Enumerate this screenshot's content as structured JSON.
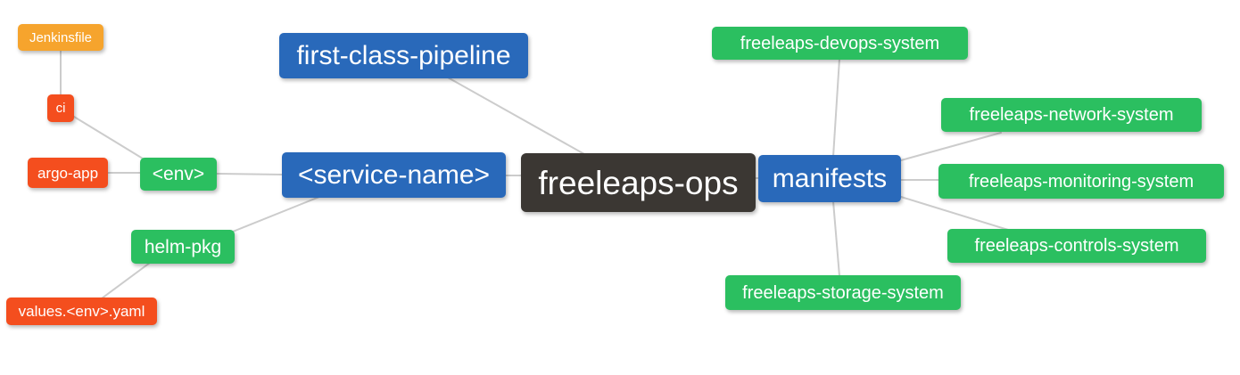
{
  "palette": {
    "background": "#ffffff",
    "root_bg": "#3b3733",
    "primary_bg": "#2969ba",
    "green_bg": "#2bbf60",
    "red_bg": "#f44e1e",
    "orange_bg": "#f6a42d",
    "edge": "#cccccc",
    "text": "#ffffff"
  },
  "mindmap": {
    "root": {
      "label": "freeleaps-ops"
    },
    "nodes": {
      "jenkinsfile": {
        "label": "Jenkinsfile",
        "color": "orange"
      },
      "ci": {
        "label": "ci",
        "color": "red"
      },
      "argo_app": {
        "label": "argo-app",
        "color": "red"
      },
      "env": {
        "label": "<env>",
        "color": "green"
      },
      "helm_pkg": {
        "label": "helm-pkg",
        "color": "green"
      },
      "values_yaml": {
        "label": "values.<env>.yaml",
        "color": "red"
      },
      "pipeline": {
        "label": "first-class-pipeline",
        "color": "blue"
      },
      "service_name": {
        "label": "<service-name>",
        "color": "blue"
      },
      "manifests": {
        "label": "manifests",
        "color": "blue"
      },
      "devops": {
        "label": "freeleaps-devops-system",
        "color": "green"
      },
      "network": {
        "label": "freeleaps-network-system",
        "color": "green"
      },
      "monitoring": {
        "label": "freeleaps-monitoring-system",
        "color": "green"
      },
      "controls": {
        "label": "freeleaps-controls-system",
        "color": "green"
      },
      "storage": {
        "label": "freeleaps-storage-system",
        "color": "green"
      }
    },
    "edges": [
      [
        "jenkinsfile",
        "ci"
      ],
      [
        "ci",
        "env"
      ],
      [
        "argo_app",
        "env"
      ],
      [
        "env",
        "service_name"
      ],
      [
        "service_name",
        "helm_pkg"
      ],
      [
        "helm_pkg",
        "values_yaml"
      ],
      [
        "first-class-pipeline",
        "freeleaps-ops"
      ],
      [
        "service_name",
        "freeleaps-ops"
      ],
      [
        "freeleaps-ops",
        "manifests"
      ],
      [
        "manifests",
        "devops"
      ],
      [
        "manifests",
        "network"
      ],
      [
        "manifests",
        "monitoring"
      ],
      [
        "manifests",
        "controls"
      ],
      [
        "manifests",
        "storage"
      ]
    ]
  }
}
